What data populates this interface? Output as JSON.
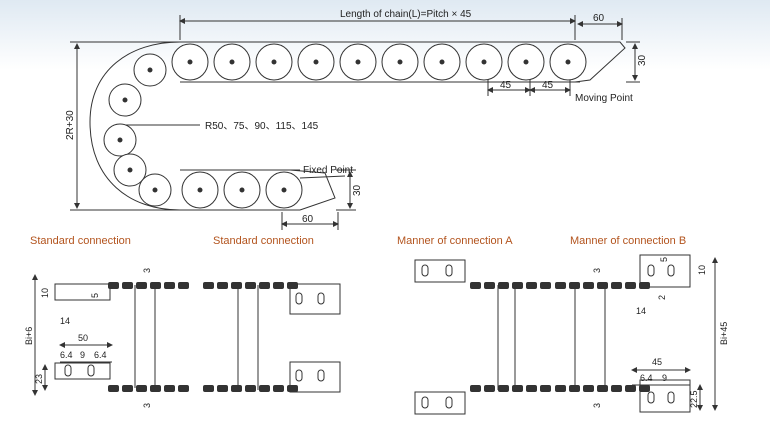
{
  "colors": {
    "line": "#333333",
    "title": "#b3541e",
    "background": "#ffffff"
  },
  "chain_diagram": {
    "length_label": "Length of chain(L)=Pitch × 45",
    "moving_offset": "60",
    "moving_height": "30",
    "pitch_a": "45",
    "pitch_b": "45",
    "moving_point": "Moving Point",
    "radius_label": "R50、75、90、115、145",
    "height_label": "2R+30",
    "fixed_point": "Fixed Point",
    "fixed_height": "30",
    "fixed_offset": "60"
  },
  "connections": [
    {
      "title": "Standard connection"
    },
    {
      "title": "Standard connection"
    },
    {
      "title": "Manner of connection A"
    },
    {
      "title": "Manner of connection B"
    }
  ],
  "dim_labels": {
    "d_10": "10",
    "d_5": "5",
    "d_14": "14",
    "d_50": "50",
    "d_bi6": "Bi+6",
    "d_6_4a": "6.4",
    "d_9": "9",
    "d_6_4b": "6.4",
    "d_23": "23",
    "d_3a": "3",
    "d_3b": "3",
    "b_5": "5",
    "b_10": "10",
    "b_2": "2",
    "b_14": "14",
    "b_45": "45",
    "b_6_4": "6.4",
    "b_9": "9",
    "b_22_5": "22.5",
    "b_bi45": "Bi+45",
    "b_3a": "3",
    "b_3b": "3"
  }
}
